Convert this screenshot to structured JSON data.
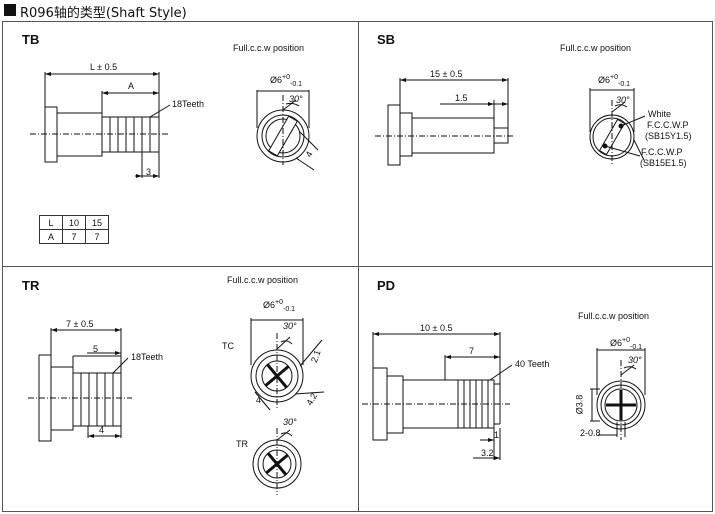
{
  "header": {
    "title": "R096轴的类型(Shaft Style)"
  },
  "panels": {
    "tb": {
      "title": "TB",
      "note": "Full.c.c.w position",
      "dim_L": "L ± 0.5",
      "dim_A": "A",
      "teeth": "18Teeth",
      "dim_3": "3",
      "dia": "Ø6",
      "dia_sup": "+0",
      "dia_sub": "-0.1",
      "angle": "30°",
      "dim_4": "4",
      "table": {
        "rows": [
          [
            "L",
            "10",
            "15"
          ],
          [
            "A",
            "7",
            "7"
          ]
        ]
      }
    },
    "sb": {
      "title": "SB",
      "note": "Full.c.c.w position",
      "dim_15": "15 ± 0.5",
      "dim_15b": "1.5",
      "dia": "Ø6",
      "dia_sup": "+0",
      "dia_sub": "-0.1",
      "angle": "30°",
      "white": "White",
      "fccwp1": "F.C.C.W.P",
      "sb1": "(SB15Y1.5)",
      "fccwp2": "F.C.C.W.P",
      "sb2": "(SB15E1.5)"
    },
    "tr": {
      "title": "TR",
      "note": "Full.c.c.w position",
      "dim_7": "7 ± 0.5",
      "dim_5": "5",
      "teeth": "18Teeth",
      "dim_4": "4",
      "dia": "Ø6",
      "dia_sup": "+0",
      "dia_sub": "-0.1",
      "angle_tc": "30°",
      "tc": "TC",
      "tr_label": "TR",
      "angle_tr": "30°",
      "dim_21": "2.1",
      "dim_42": "4.2",
      "dim_4b": "4"
    },
    "pd": {
      "title": "PD",
      "note": "Full.c.c.w position",
      "dim_10": "10 ± 0.5",
      "dim_7": "7",
      "teeth": "40 Teeth",
      "dim_1": "1",
      "dim_32": "3.2",
      "dia": "Ø6",
      "dia_sup": "+0",
      "dia_sub": "-0.1",
      "angle": "30°",
      "dim_38": "Ø3.8",
      "dim_208": "2-0.8"
    }
  }
}
